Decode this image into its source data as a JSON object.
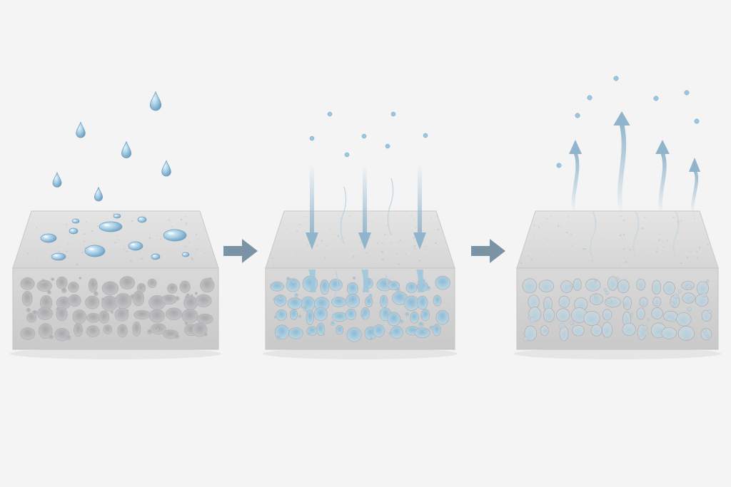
{
  "diagram": {
    "stages": [
      {
        "id": "surface-water",
        "water_state": "droplets-on-surface",
        "pore_water_fill": 0.0
      },
      {
        "id": "absorption",
        "water_state": "penetrating-downward",
        "pore_water_fill": 1.0
      },
      {
        "id": "evaporation",
        "water_state": "vapor-rising",
        "pore_water_fill": 0.4
      }
    ],
    "transitions": [
      {
        "from": "surface-water",
        "to": "absorption",
        "icon": "right-arrow-icon"
      },
      {
        "from": "absorption",
        "to": "evaporation",
        "icon": "right-arrow-icon"
      }
    ],
    "colors": {
      "background": "#f4f4f5",
      "block_top": "#dcdcdc",
      "block_front": "#d2d2d2",
      "pore": "#b9b9bb",
      "pore_wet": "#9ec6dc",
      "water": "#9cc6e0",
      "water_edge": "#6f9fc0",
      "arrow": "#7a94a6",
      "flow_down": "#8fb4cc",
      "vapor": "#8fb4cc"
    }
  }
}
